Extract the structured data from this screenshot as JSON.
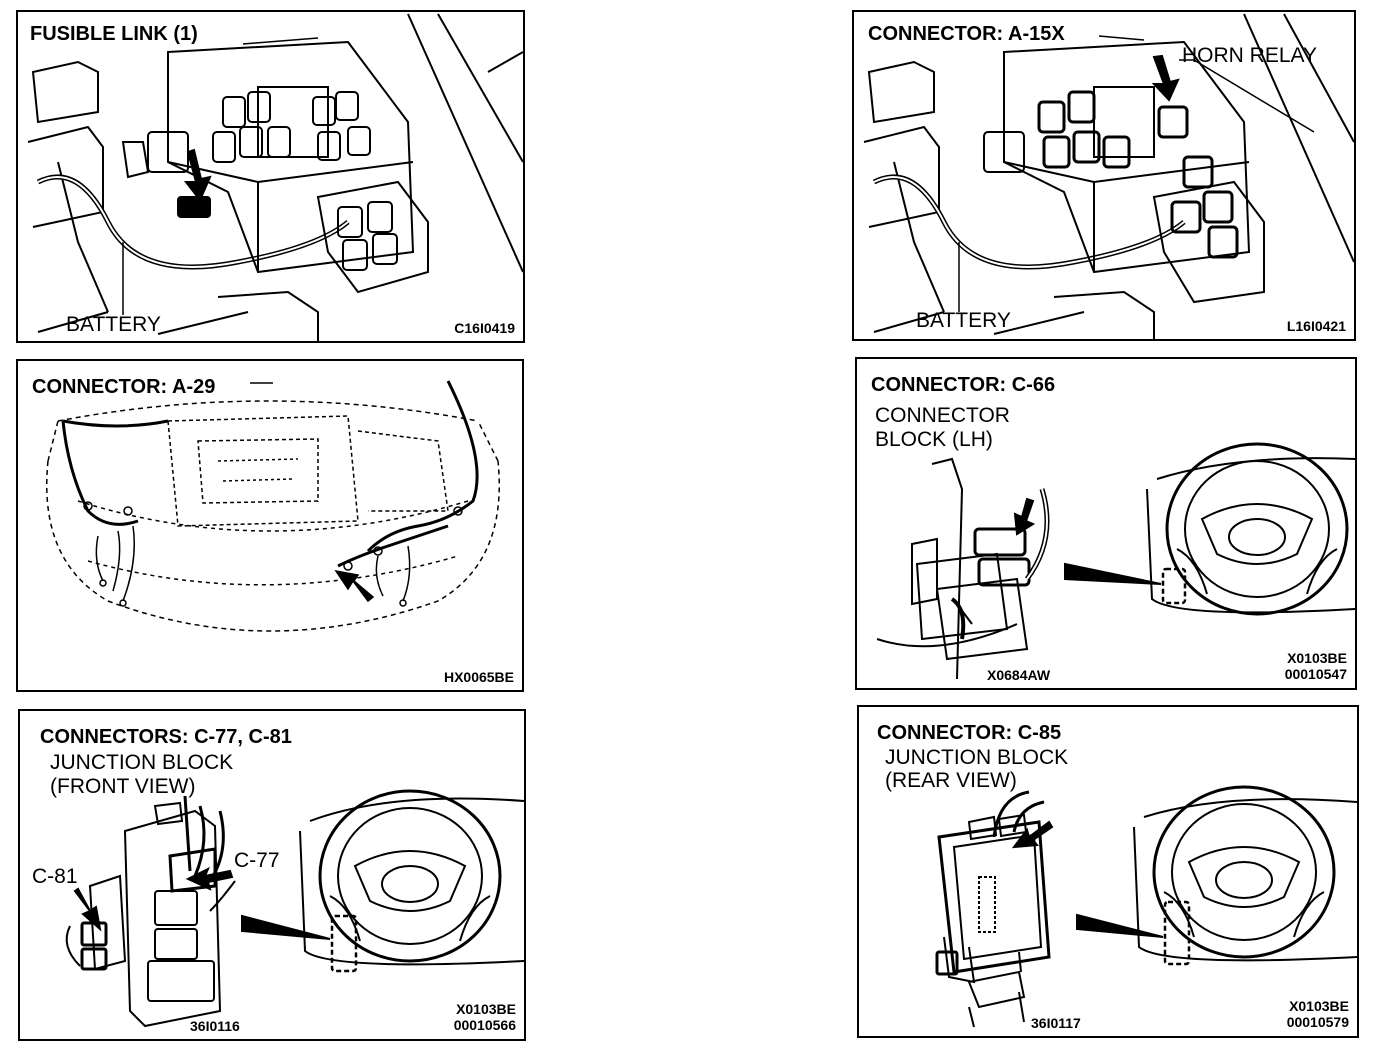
{
  "panels": {
    "fusible": {
      "title": "FUSIBLE LINK (1)",
      "callouts": [
        "BATTERY"
      ],
      "code": "C16I0419"
    },
    "a15x": {
      "title": "CONNECTOR: A-15X",
      "callouts": [
        "HORN RELAY",
        "BATTERY"
      ],
      "code": "L16I0421"
    },
    "a29": {
      "title": "CONNECTOR: A-29",
      "code": "HX0065BE"
    },
    "c66": {
      "title": "CONNECTOR: C-66",
      "subtitle": [
        "CONNECTOR",
        "BLOCK (LH)"
      ],
      "code_left": "X0684AW",
      "code_right": [
        "X0103BE",
        "00010547"
      ]
    },
    "c77c81": {
      "title": "CONNECTORS: C-77, C-81",
      "subtitle": [
        "JUNCTION BLOCK",
        "(FRONT VIEW)"
      ],
      "callouts": [
        "C-81",
        "C-77"
      ],
      "code_left": "36I0116",
      "code_right": [
        "X0103BE",
        "00010566"
      ]
    },
    "c85": {
      "title": "CONNECTOR: C-85",
      "subtitle": [
        "JUNCTION BLOCK",
        "(REAR VIEW)"
      ],
      "code_left": "36I0117",
      "code_right": [
        "X0103BE",
        "00010579"
      ]
    }
  }
}
